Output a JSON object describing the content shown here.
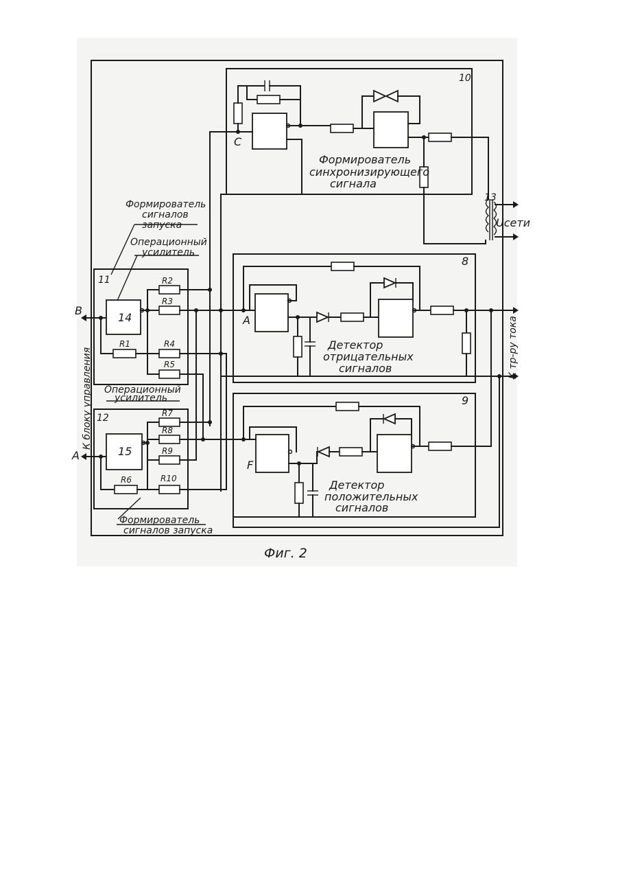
{
  "figure_caption": "Фиг. 2",
  "inputs": {
    "a": "A",
    "b": "B"
  },
  "transformer": {
    "number": "13",
    "label": "Uсети"
  },
  "annotations": {
    "trigger_former_top": [
      "Формирователь",
      "сигналов",
      "запуска"
    ],
    "opamp_top": [
      "Операционный",
      "усилитель"
    ],
    "opamp_bottom": [
      "Операционный",
      "усилитель"
    ],
    "trigger_former_bottom": [
      "Формирователь",
      "сигналов запуска"
    ],
    "side_label": "К блоку управления",
    "output_label": "К тр-ру тока"
  },
  "blocks": {
    "b10": {
      "number": "10",
      "node_label": "C",
      "caption_line_1": "Формирователь",
      "caption_line_2": "синхронизирующего",
      "caption_line_3": "сигнала"
    },
    "b11": {
      "number": "11",
      "opamp_number": "14",
      "resistors": [
        "R2",
        "R3",
        "R1",
        "R4",
        "R5"
      ]
    },
    "b12": {
      "number": "12",
      "opamp_number": "15",
      "resistors": [
        "R7",
        "R8",
        "R9",
        "R6",
        "R10"
      ]
    },
    "b8": {
      "number": "8",
      "node_label": "A",
      "caption_line_1": "Детектор",
      "caption_line_2": "отрицательных",
      "caption_line_3": "сигналов"
    },
    "b9": {
      "number": "9",
      "node_label": "F",
      "caption_line_1": "Детектор",
      "caption_line_2": "положительных",
      "caption_line_3": "сигналов"
    }
  }
}
